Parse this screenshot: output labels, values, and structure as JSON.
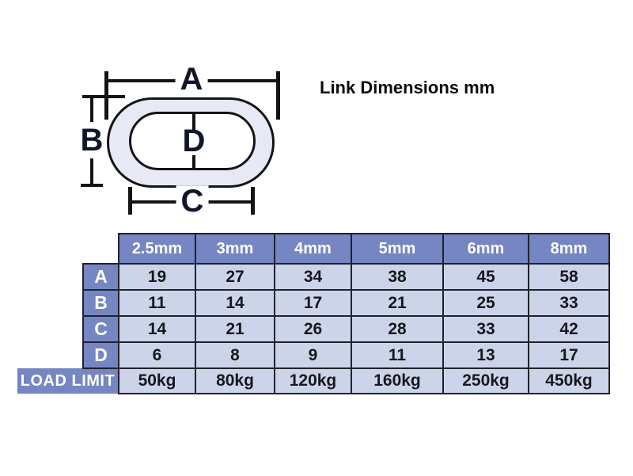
{
  "title": "Link Dimensions mm",
  "diagram": {
    "labels": {
      "a": "A",
      "b": "B",
      "c": "C",
      "d": "D"
    }
  },
  "table": {
    "columns": [
      "2.5mm",
      "3mm",
      "4mm",
      "5mm",
      "6mm",
      "8mm"
    ],
    "rows": [
      {
        "label": "A",
        "values": [
          "19",
          "27",
          "34",
          "38",
          "45",
          "58"
        ]
      },
      {
        "label": "B",
        "values": [
          "11",
          "14",
          "17",
          "21",
          "25",
          "33"
        ]
      },
      {
        "label": "C",
        "values": [
          "14",
          "21",
          "26",
          "28",
          "33",
          "42"
        ]
      },
      {
        "label": "D",
        "values": [
          "6",
          "8",
          "9",
          "11",
          "13",
          "17"
        ]
      }
    ],
    "load_limit": {
      "label": "LOAD LIMIT",
      "values": [
        "50kg",
        "80kg",
        "120kg",
        "160kg",
        "250kg",
        "450kg"
      ]
    }
  },
  "colors": {
    "header_bg": "#7586c2",
    "cell_bg": "#ccd4ea",
    "border": "#20222c",
    "link_fill": "#e7eaf5",
    "line": "#141418",
    "letter": "#101728"
  }
}
